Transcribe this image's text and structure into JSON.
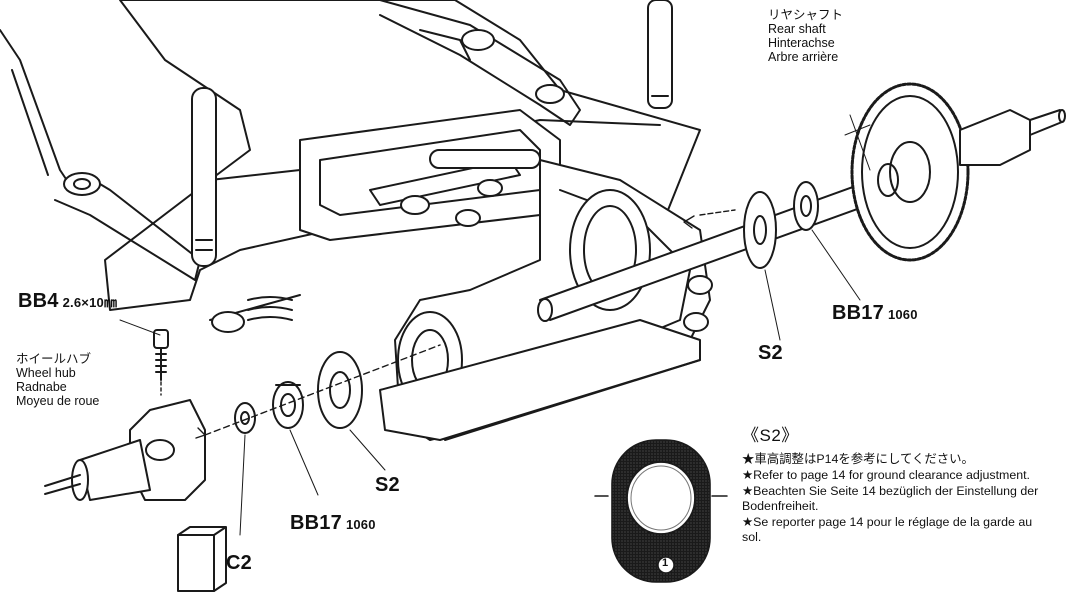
{
  "labels": {
    "rear_shaft": {
      "ja": "リヤシャフト",
      "en": "Rear shaft",
      "de": "Hinterachse",
      "fr": "Arbre arrière"
    },
    "wheel_hub": {
      "ja": "ホイールハブ",
      "en": "Wheel hub",
      "de": "Radnabe",
      "fr": "Moyeu de roue"
    },
    "bb4": {
      "code": "BB4",
      "spec": "2.6×10㎜"
    },
    "bb17_right": {
      "code": "BB17",
      "spec": "1060"
    },
    "bb17_left": {
      "code": "BB17",
      "spec": "1060"
    },
    "s2_right": "S2",
    "s2_left": "S2",
    "c2": "C2"
  },
  "note": {
    "title": "《S2》",
    "lines": [
      "★車高調整はP14を参考にしてください。",
      "★Refer to page 14 for ground clearance adjustment.",
      "★Beachten Sie Seite 14 bezüglich der Einstellung der Bodenfreiheit.",
      "★Se reporter page 14 pour le réglage de la garde au sol."
    ],
    "spacer_mark": "1"
  }
}
